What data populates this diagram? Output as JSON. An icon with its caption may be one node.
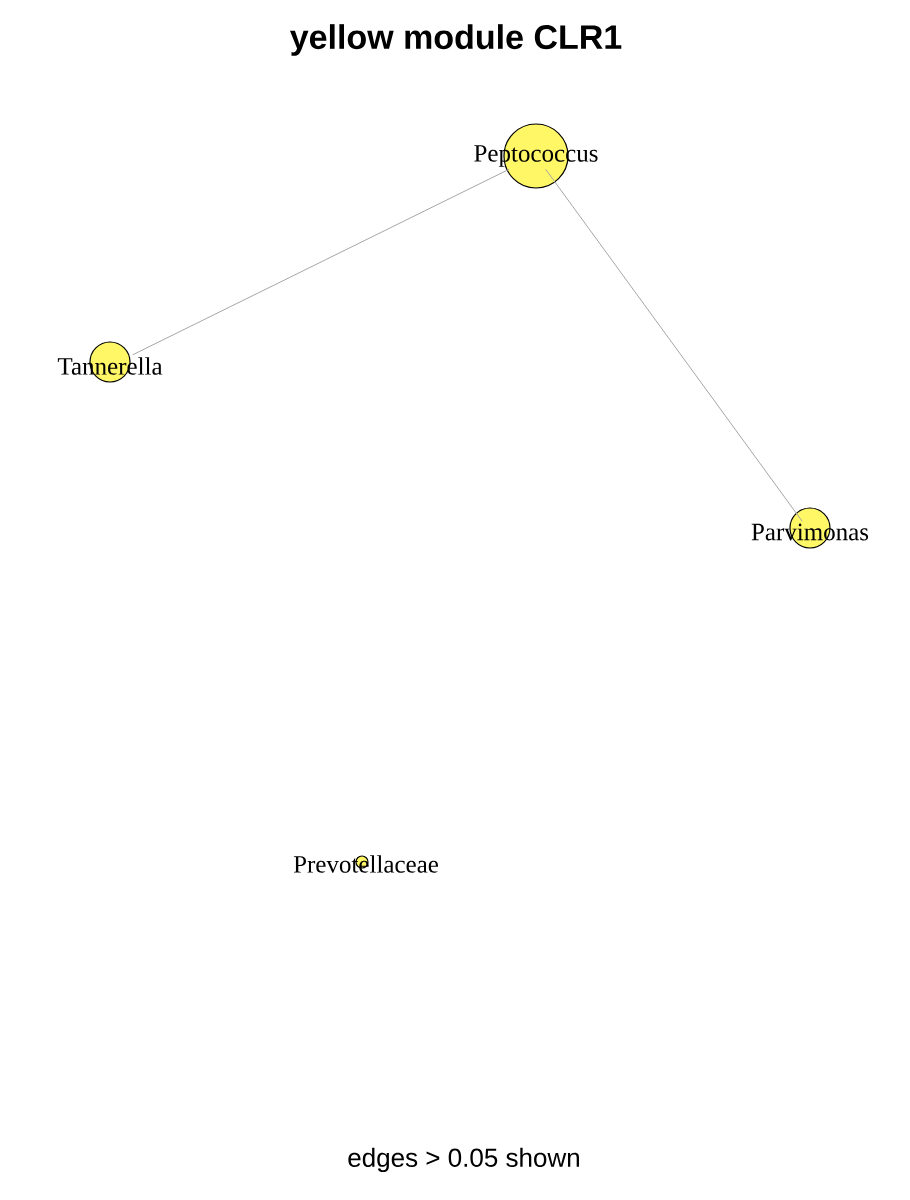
{
  "diagram": {
    "title": "yellow module CLR1",
    "caption": "edges > 0.05 shown",
    "nodes": [
      {
        "text": [
          "Peptococcus"
        ]
      },
      {
        "text": [
          "Tannerella"
        ]
      },
      {
        "text": [
          "Parvimonas"
        ]
      },
      {
        "text": [
          "Prevotellaceae"
        ]
      }
    ],
    "edges": [
      {
        "from": 0,
        "to": 1,
        "arrow": "none"
      },
      {
        "from": 0,
        "to": 2,
        "arrow": "none"
      }
    ]
  }
}
